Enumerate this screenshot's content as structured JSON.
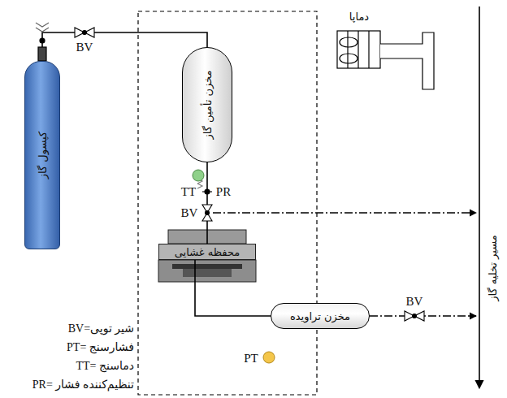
{
  "diagram": {
    "nodes": [
      {
        "text": [
          "کپسول گاز"
        ]
      },
      {
        "text": [
          "مخزن تأمین گاز"
        ]
      },
      {
        "text": [
          "دماپا"
        ]
      },
      {
        "text": [
          "محفظه غشایی"
        ]
      },
      {
        "text": [
          "مخزن تراویده"
        ]
      }
    ],
    "edges": [
      {
        "from": 0,
        "to": 1,
        "arrow": "none"
      },
      {
        "from": 1,
        "to": 3,
        "arrow": "none"
      },
      {
        "from": 3,
        "to": 4,
        "arrow": "none"
      }
    ],
    "labels": [
      "BV",
      "TT",
      "PR",
      "BV",
      "PT",
      "BV",
      "مسیر تخلیه گاز",
      "شیر توپی=BV",
      "فشارسنج =PT",
      "دماسنج =TT",
      "تنظیم‌کننده فشار =PR"
    ]
  }
}
